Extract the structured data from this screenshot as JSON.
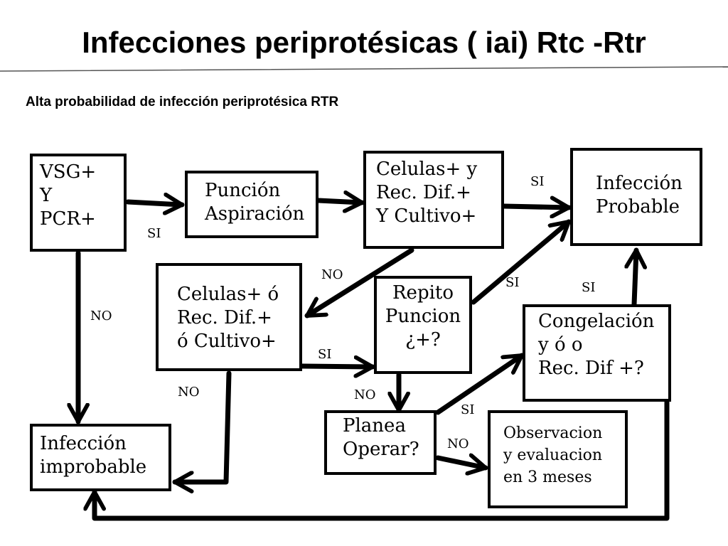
{
  "title": "Infecciones periprotésicas ( iai) Rtc -Rtr",
  "subtitle": "Alta probabilidad de infección periprotésica  RTR",
  "nodes": {
    "vsg_pcr": [
      "VSG+",
      "Y",
      "PCR+"
    ],
    "puncion": [
      "Punción",
      "Aspiración"
    ],
    "celulas_y": [
      "Celulas+ y",
      "Rec. Dif.+",
      "Y Cultivo+"
    ],
    "infeccion_probable": [
      "Infección",
      "Probable"
    ],
    "celulas_o": [
      "Celulas+ ó",
      "Rec. Dif.+",
      "ó Cultivo+"
    ],
    "repito": [
      "Repito",
      "Puncion",
      "¿+?"
    ],
    "congelacion": [
      "Congelación",
      "y ó o",
      "Rec. Dif +?"
    ],
    "infeccion_improbable": [
      "Infección",
      "improbable"
    ],
    "planea": [
      "Planea",
      "Operar?"
    ],
    "observacion": [
      "Observacion",
      "y evaluacion",
      "en 3 meses"
    ]
  },
  "edge_labels": {
    "si_vsg_puncion": "SI",
    "si_celulas_probable": "SI",
    "no_celulas_y_o": "NO",
    "si_repito_probable": "SI",
    "si_congelacion_probable": "SI",
    "no_vsg_improbable": "NO",
    "si_celulas_o_repito": "SI",
    "no_celulas_o_improbable": "NO",
    "no_repito_planea": "NO",
    "si_planea_congelacion": "SI",
    "no_planea_observacion": "NO"
  }
}
